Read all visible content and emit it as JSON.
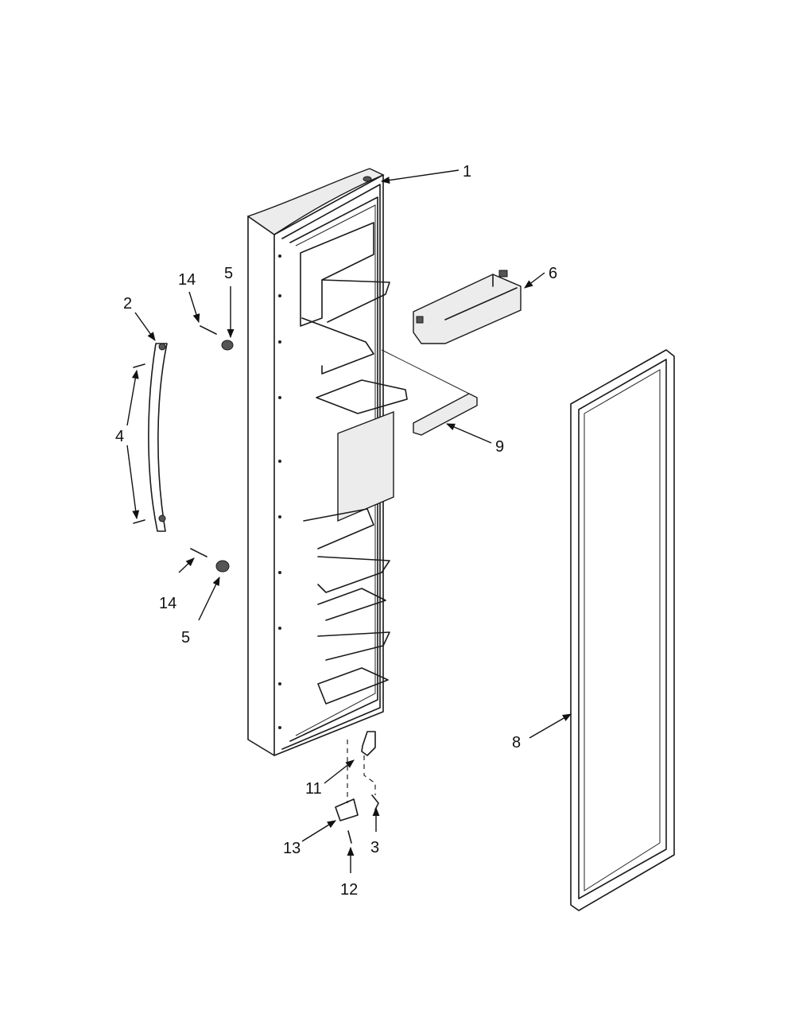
{
  "diagram": {
    "callouts": {
      "c1": "1",
      "c2": "2",
      "c3": "3",
      "c4": "4",
      "c5a": "5",
      "c5b": "5",
      "c6": "6",
      "c8": "8",
      "c9": "9",
      "c11": "11",
      "c12": "12",
      "c13": "13",
      "c14a": "14",
      "c14b": "14"
    }
  }
}
